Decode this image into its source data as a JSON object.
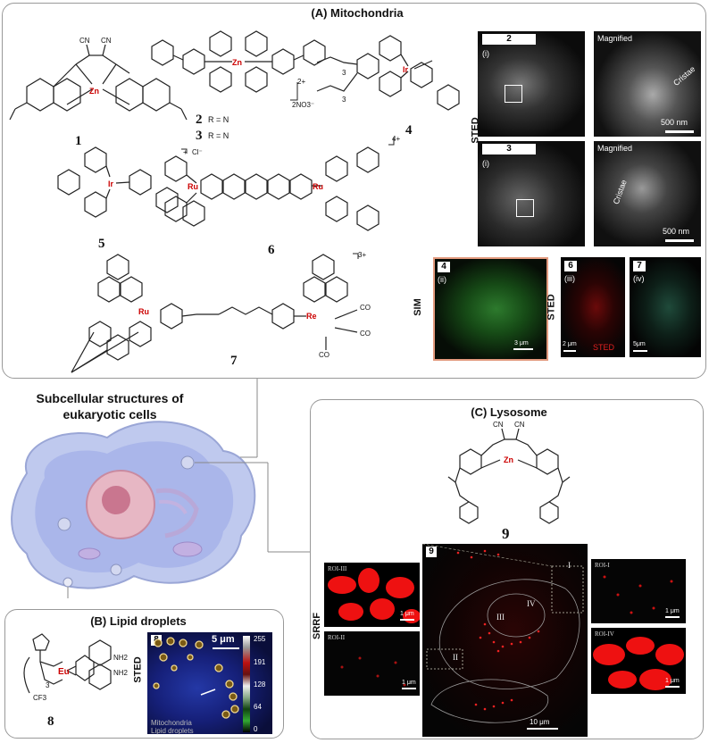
{
  "panels": {
    "a_title": "(A) Mitochondria",
    "b_title": "(B) Lipid droplets",
    "c_title": "(C) Lysosome",
    "center_title": "Subcellular structures of eukaryotic cells"
  },
  "compounds": {
    "c1": "1",
    "c2": "2",
    "c3": "3",
    "c4": "4",
    "c5": "5",
    "c6": "6",
    "c7": "7",
    "c8": "8",
    "c9": "9",
    "r2": "R = N",
    "r3": "R = N",
    "charge2": "2+",
    "counter2": "2NO3⁻",
    "charge5": "+",
    "counter5": "Cl⁻",
    "charge6": "4+",
    "charge7": "3+",
    "zn": "Zn",
    "ir": "Ir",
    "ru": "Ru",
    "re": "Re",
    "eu": "Eu",
    "cn": "CN",
    "co": "CO",
    "nh2": "NH2",
    "cf3": "CF3",
    "sub3": "3"
  },
  "mito_images": {
    "sted_label": "STED",
    "sim_label": "SIM",
    "sted_label2": "STED",
    "img2_tag": "2",
    "img2_roman": "(i)",
    "img3_tag": "3",
    "img3_roman": "(i)",
    "magnified": "Magnified",
    "magnified2": "Magnified",
    "cristae": "Cristae",
    "cristae2": "Cristae",
    "scale500a": "500 nm",
    "scale500b": "500 nm",
    "img4_tag": "4",
    "img4_roman": "(ii)",
    "scale4": "3 μm",
    "img6_tag": "6",
    "img6_roman": "(iii)",
    "scale6": "2 μm",
    "sted_red": "STED",
    "img7_tag": "7",
    "img7_roman": "(iv)",
    "scale7": "5μm"
  },
  "lipid_images": {
    "tag": "8",
    "scale": "5 μm",
    "sted_label": "STED",
    "colorbar_ticks": [
      "255",
      "191",
      "128",
      "64",
      "0"
    ],
    "legend1": "Mitochondria",
    "legend2": "Lipid droplets"
  },
  "lyso_images": {
    "srrf_label": "SRRF",
    "roi3": "ROI-III",
    "roi2": "ROI-II",
    "roi1": "ROI-I",
    "roi4": "ROI-IV",
    "scale_a": "1 μm",
    "scale_b": "1 μm",
    "scale_c": "1 μm",
    "scale_d": "1 μm",
    "main_tag": "9",
    "main_scale": "10 μm",
    "lab_I": "I",
    "lab_II": "II",
    "lab_III": "III",
    "lab_IV": "IV"
  }
}
